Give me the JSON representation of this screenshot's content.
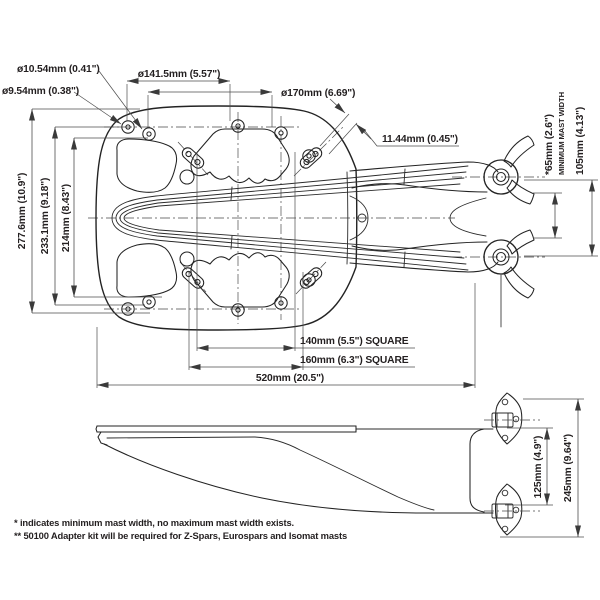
{
  "plan_view": {
    "labels": {
      "hole_od": "ø10.54mm (0.41\")",
      "hole_id": "ø9.54mm (0.38\")",
      "bolt_circle_inner": "ø141.5mm (5.57\")",
      "bolt_circle_outer": "ø170mm (6.69\")",
      "slot_width": "11.44mm (0.45\")",
      "height_overall": "277.6mm (10.9\")",
      "height_mid": "233.1mm (9.18\")",
      "height_inner": "214mm (8.43\")",
      "mast_width": "*65mm (2.6\")",
      "mast_width_note": "MINIMUM MAST WIDTH",
      "tang_span": "105mm (4.13\")",
      "square_inner": "140mm (5.5\") SQUARE",
      "square_outer": "160mm (6.3\") SQUARE",
      "overall_length": "520mm (20.5\")"
    }
  },
  "side_view": {
    "labels": {
      "tang_inner": "125mm (4.9\")",
      "tang_outer": "245mm (9.64\")"
    }
  },
  "footnotes": {
    "line1": "* indicates minimum mast width, no maximum mast width exists.",
    "line2": "** 50100 Adapter kit will be required for Z-Spars, Eurospars and Isomat masts"
  }
}
